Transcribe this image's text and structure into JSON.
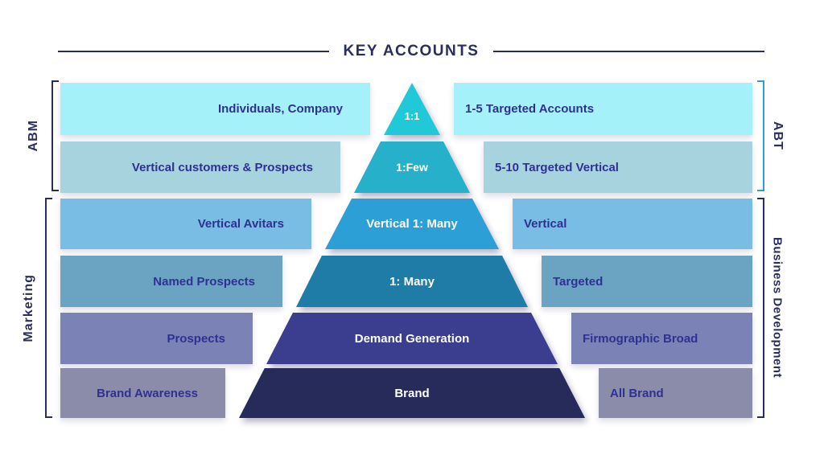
{
  "title": "KEY ACCOUNTS",
  "colors": {
    "title_text": "#2b2d5e",
    "label_text": "#2e3192",
    "bracket_dark": "#2b2d5e",
    "bracket_blue": "#2e9fd4",
    "background": "#ffffff"
  },
  "side_labels": {
    "left_top": "ABM",
    "left_bottom": "Marketing",
    "right_top": "ABT",
    "right_bottom": "Business Development"
  },
  "rows": [
    {
      "left": "Individuals, Company",
      "center": "1:1",
      "right": "1-5 Targeted Accounts",
      "band_color": "#a4f1f9",
      "segment_color": "#21c8d8"
    },
    {
      "left": "Vertical customers & Prospects",
      "center": "1:Few",
      "right": "5-10 Targeted Vertical",
      "band_color": "#a6d3de",
      "segment_color": "#26b0c9"
    },
    {
      "left": "Vertical Avitars",
      "center": "Vertical 1: Many",
      "right": "Vertical",
      "band_color": "#79bde4",
      "segment_color": "#2c9fd6"
    },
    {
      "left": "Named Prospects",
      "center": "1: Many",
      "right": "Targeted",
      "band_color": "#6aa4c2",
      "segment_color": "#1f7ca6"
    },
    {
      "left": "Prospects",
      "center": "Demand Generation",
      "right": "Firmographic Broad",
      "band_color": "#7b82b5",
      "segment_color": "#3b3e8f"
    },
    {
      "left": "Brand Awareness",
      "center": "Brand",
      "right": "All Brand",
      "band_color": "#8b8caa",
      "segment_color": "#272b5a"
    }
  ]
}
